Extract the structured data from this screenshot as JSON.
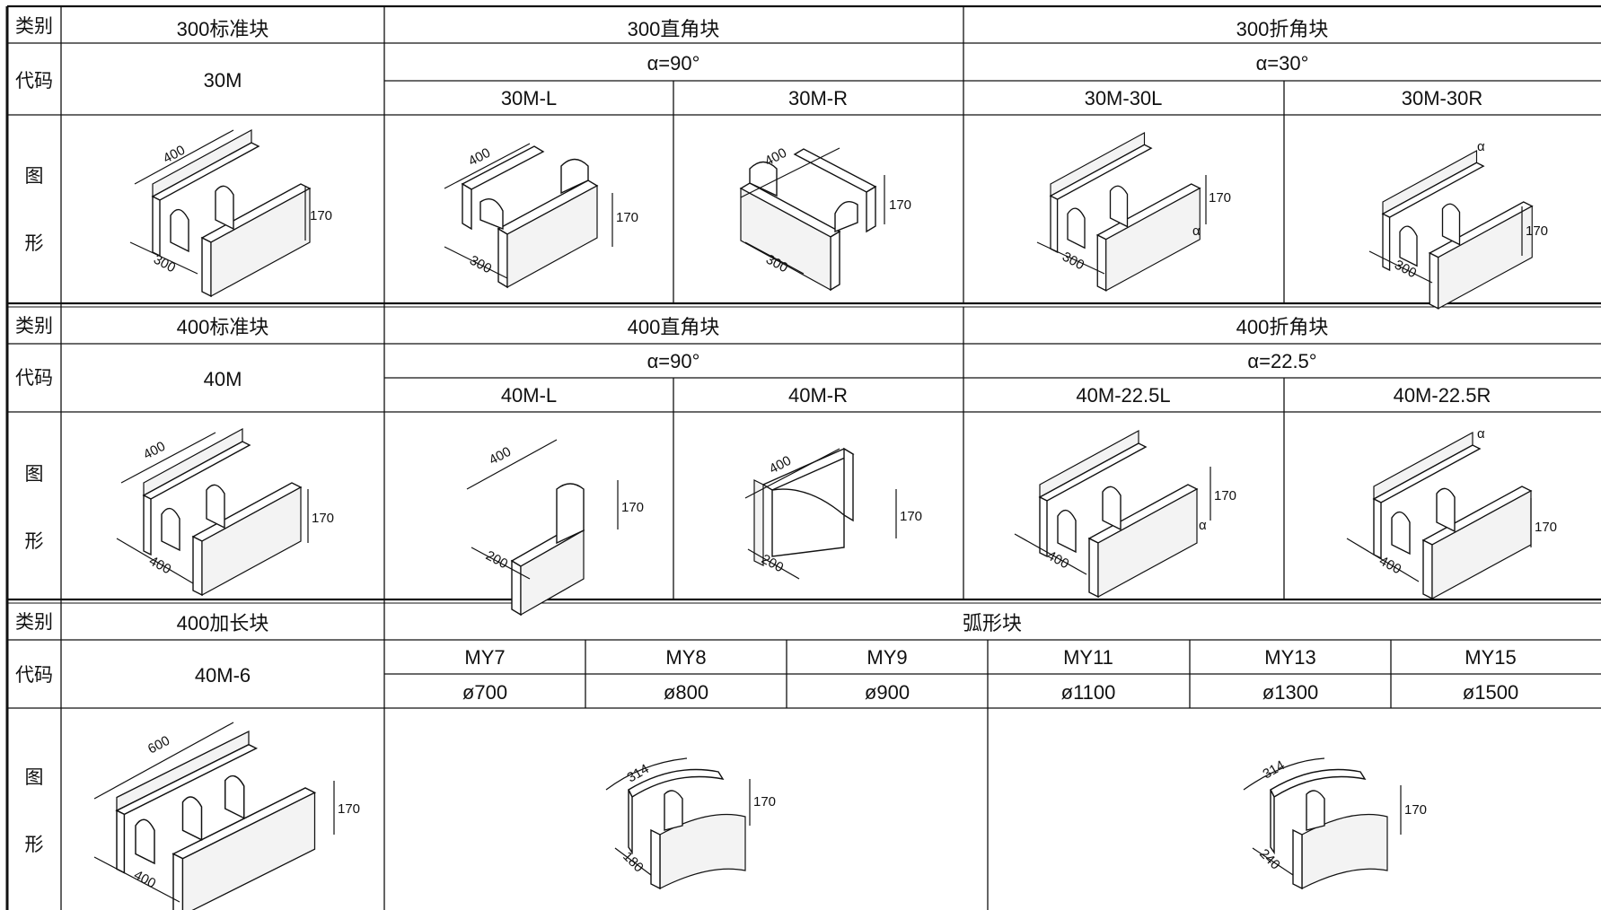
{
  "row_labels": {
    "category": "类别",
    "code": "代码",
    "figure_1": "图",
    "figure_2": "形"
  },
  "section_300": {
    "standard": {
      "name": "300标准块",
      "code": "30M",
      "dims": {
        "length": "400",
        "width": "300",
        "height": "170"
      }
    },
    "right_angle": {
      "name": "300直角块",
      "alpha": "α=90°",
      "left": {
        "code": "30M-L",
        "dims": {
          "length": "400",
          "width": "300",
          "height": "170"
        }
      },
      "right": {
        "code": "30M-R",
        "dims": {
          "length": "400",
          "width": "300",
          "height": "170"
        }
      }
    },
    "folded": {
      "name": "300折角块",
      "alpha": "α=30°",
      "left": {
        "code": "30M-30L",
        "dims": {
          "width": "300",
          "height": "170",
          "angle": "α"
        }
      },
      "right": {
        "code": "30M-30R",
        "dims": {
          "width": "300",
          "height": "170",
          "angle": "α"
        }
      }
    }
  },
  "section_400": {
    "standard": {
      "name": "400标准块",
      "code": "40M",
      "dims": {
        "length": "400",
        "width": "400",
        "height": "170"
      }
    },
    "right_angle": {
      "name": "400直角块",
      "alpha": "α=90°",
      "left": {
        "code": "40M-L",
        "dims": {
          "length": "400",
          "width": "200",
          "height": "170"
        }
      },
      "right": {
        "code": "40M-R",
        "dims": {
          "length": "400",
          "width": "200",
          "height": "170"
        }
      }
    },
    "folded": {
      "name": "400折角块",
      "alpha": "α=22.5°",
      "left": {
        "code": "40M-22.5L",
        "dims": {
          "width": "400",
          "height": "170",
          "angle": "α"
        }
      },
      "right": {
        "code": "40M-22.5R",
        "dims": {
          "width": "400",
          "height": "170",
          "angle": "α"
        }
      }
    }
  },
  "section_extra": {
    "extended": {
      "name": "400加长块",
      "code": "40M-6",
      "dims": {
        "length": "600",
        "width": "400",
        "height": "170"
      }
    },
    "arc": {
      "name": "弧形块",
      "codes": [
        "MY7",
        "MY8",
        "MY9",
        "MY11",
        "MY13",
        "MY15"
      ],
      "diameters": [
        "ø700",
        "ø800",
        "ø900",
        "ø1100",
        "ø1300",
        "ø1500"
      ],
      "fig_a": {
        "arc": "314",
        "width": "180",
        "height": "170"
      },
      "fig_b": {
        "arc": "314",
        "width": "240",
        "height": "170"
      }
    }
  }
}
